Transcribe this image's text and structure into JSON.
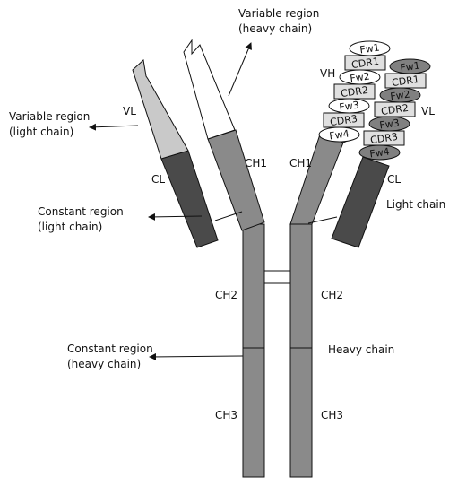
{
  "colors": {
    "background": "#ffffff",
    "stroke": "#111111",
    "heavy_constant": "#8a8a8a",
    "light_variable": "#c9c9c9",
    "heavy_variable": "#ffffff",
    "light_constant": "#4a4a4a",
    "segment_light": "#e0e0e0",
    "segment_dark": "#808080"
  },
  "labels": {
    "variable_heavy": [
      "Variable region",
      "(heavy chain)"
    ],
    "variable_light": [
      "Variable region",
      "(light chain)"
    ],
    "constant_light": [
      "Constant region",
      "(light chain)"
    ],
    "constant_heavy": [
      "Constant region",
      "(heavy chain)"
    ],
    "vl_left": "VL",
    "cl_left": "CL",
    "ch1_left": "CH1",
    "ch1_right": "CH1",
    "ch2_left": "CH2",
    "ch2_right": "CH2",
    "ch3_left": "CH3",
    "ch3_right": "CH3",
    "vh_right": "VH",
    "vl_right": "VL",
    "cl_right": "CL",
    "light_chain": "Light chain",
    "heavy_chain": "Heavy chain"
  },
  "vh_segments": [
    "Fw1",
    "CDR1",
    "Fw2",
    "CDR2",
    "Fw3",
    "CDR3",
    "Fw4"
  ],
  "vl_segments": [
    "Fw1",
    "CDR1",
    "Fw2",
    "CDR2",
    "Fw3",
    "CDR3",
    "Fw4"
  ]
}
